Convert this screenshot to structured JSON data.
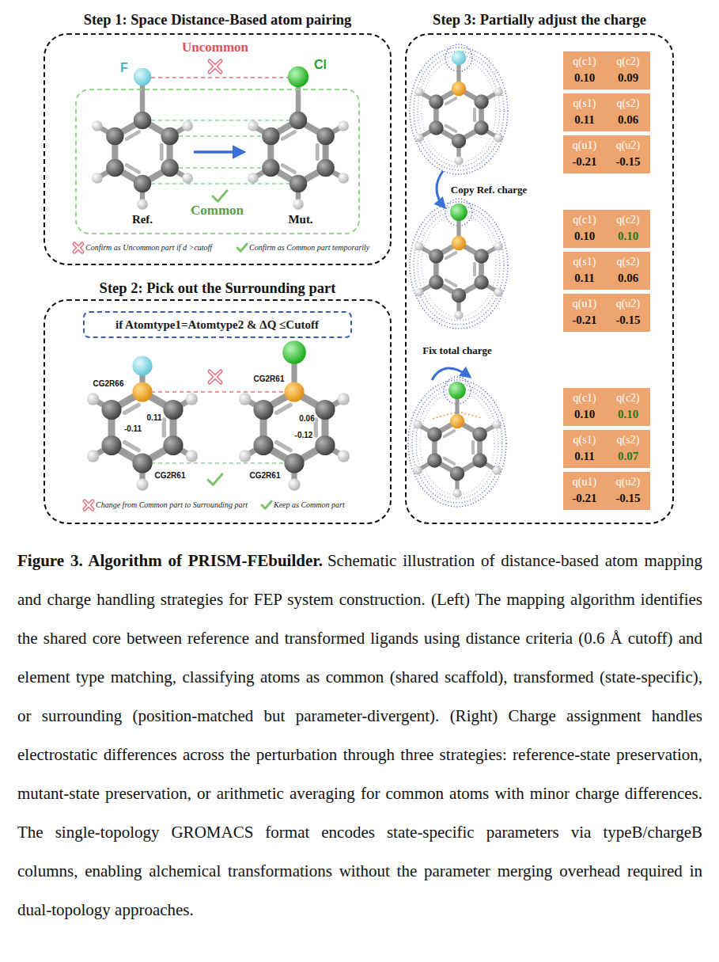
{
  "diagram": {
    "title": "Figure 3. Algorithm of PRISM-FEbuilder.",
    "caption": "Schematic illustration of distance-based atom mapping and charge handling strategies for FEP system construction. (Left) The mapping algorithm identifies the shared core between reference and transformed ligands using distance criteria (0.6 Å cutoff) and element type matching, classifying atoms as common (shared scaffold), transformed (state-specific), or surrounding (position-matched but parameter-divergent). (Right) Charge assignment handles electrostatic differences across the perturbation through three strategies: reference-state preservation, mutant-state preservation, or arithmetic averaging for common atoms with minor charge differences. The single-topology GROMACS format encodes state-specific parameters via typeB/chargeB columns, enabling alchemical transformations without the parameter merging overhead required in dual-topology approaches.",
    "nodes": [
      {
        "text": [
          "Step 1: Space Distance-Based atom pairing"
        ]
      },
      {
        "text": [
          "Common"
        ],
        "in": 0
      },
      {
        "text": [
          "Step 2: Pick out the Surrounding part"
        ]
      },
      {
        "text": [
          "if Atomtype1=Atomtype2 & ΔQ ≤Cutoff"
        ],
        "in": 2
      },
      {
        "text": [
          "Step 3: Partially adjust the charge"
        ]
      },
      {
        "text": [
          "q(c1)",
          "q(c2)",
          "0.10",
          "0.09"
        ],
        "in": 4
      },
      {
        "text": [
          "q(s1)",
          "q(s2)",
          "0.11",
          "0.06"
        ],
        "in": 4
      },
      {
        "text": [
          "q(u1)",
          "q(u2)",
          "-0.21",
          "-0.15"
        ],
        "in": 4
      },
      {
        "text": [
          "q(c1)",
          "q(c2)",
          "0.10",
          "0.10"
        ],
        "in": 4
      },
      {
        "text": [
          "q(s1)",
          "q(s2)",
          "0.11",
          "0.06"
        ],
        "in": 4
      },
      {
        "text": [
          "q(u1)",
          "q(u2)",
          "-0.21",
          "-0.15"
        ],
        "in": 4
      },
      {
        "text": [
          "q(c1)",
          "q(c2)",
          "0.10",
          "0.10"
        ],
        "in": 4
      },
      {
        "text": [
          "q(s1)",
          "q(s2)",
          "0.11",
          "0.07"
        ],
        "in": 4
      },
      {
        "text": [
          "q(u1)",
          "q(u2)",
          "-0.21",
          "-0.15"
        ],
        "in": 4
      }
    ],
    "labels": [
      "Uncommon",
      "F",
      "Cl",
      "Ref.",
      "Mut.",
      "CG2R66",
      "0.11",
      "-0.11",
      "CG2R61",
      "CG2R61",
      "0.06",
      "-0.12",
      "CG2R61",
      "Copy Ref. charge",
      "Fix total charge"
    ],
    "legend": [
      {
        "text": "Confirm as Uncommon part if d >cutoff"
      },
      {
        "text": "Confirm as Common part temporarily"
      },
      {
        "text": "Change from Common part to Surrounding part"
      },
      {
        "text": "Keep as Common part"
      }
    ]
  }
}
